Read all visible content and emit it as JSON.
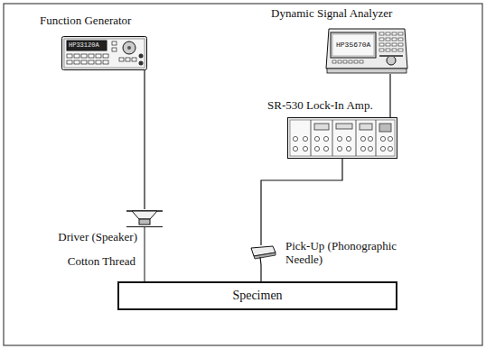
{
  "diagram": {
    "nodes": [
      {
        "text": [
          "Function Generator"
        ]
      },
      {
        "text": [
          "Dynamic Signal Analyzer"
        ]
      },
      {
        "text": [
          "SR-530 Lock-In Amp."
        ]
      },
      {
        "text": [
          "Driver (Speaker)"
        ]
      },
      {
        "text": [
          "Pick-Up (Phonographic Needle)"
        ]
      },
      {
        "text": [
          "Specimen"
        ]
      }
    ],
    "edges": [
      {
        "from": 0,
        "to": 3,
        "arrow": "none"
      },
      {
        "from": 3,
        "to": 5,
        "label": "Cotton Thread",
        "arrow": "none"
      },
      {
        "from": 5,
        "to": 4,
        "arrow": "none"
      },
      {
        "from": 4,
        "to": 2,
        "arrow": "none"
      },
      {
        "from": 2,
        "to": 1,
        "arrow": "none"
      }
    ],
    "labels": [
      "HP33120A",
      "HP35670A"
    ]
  }
}
